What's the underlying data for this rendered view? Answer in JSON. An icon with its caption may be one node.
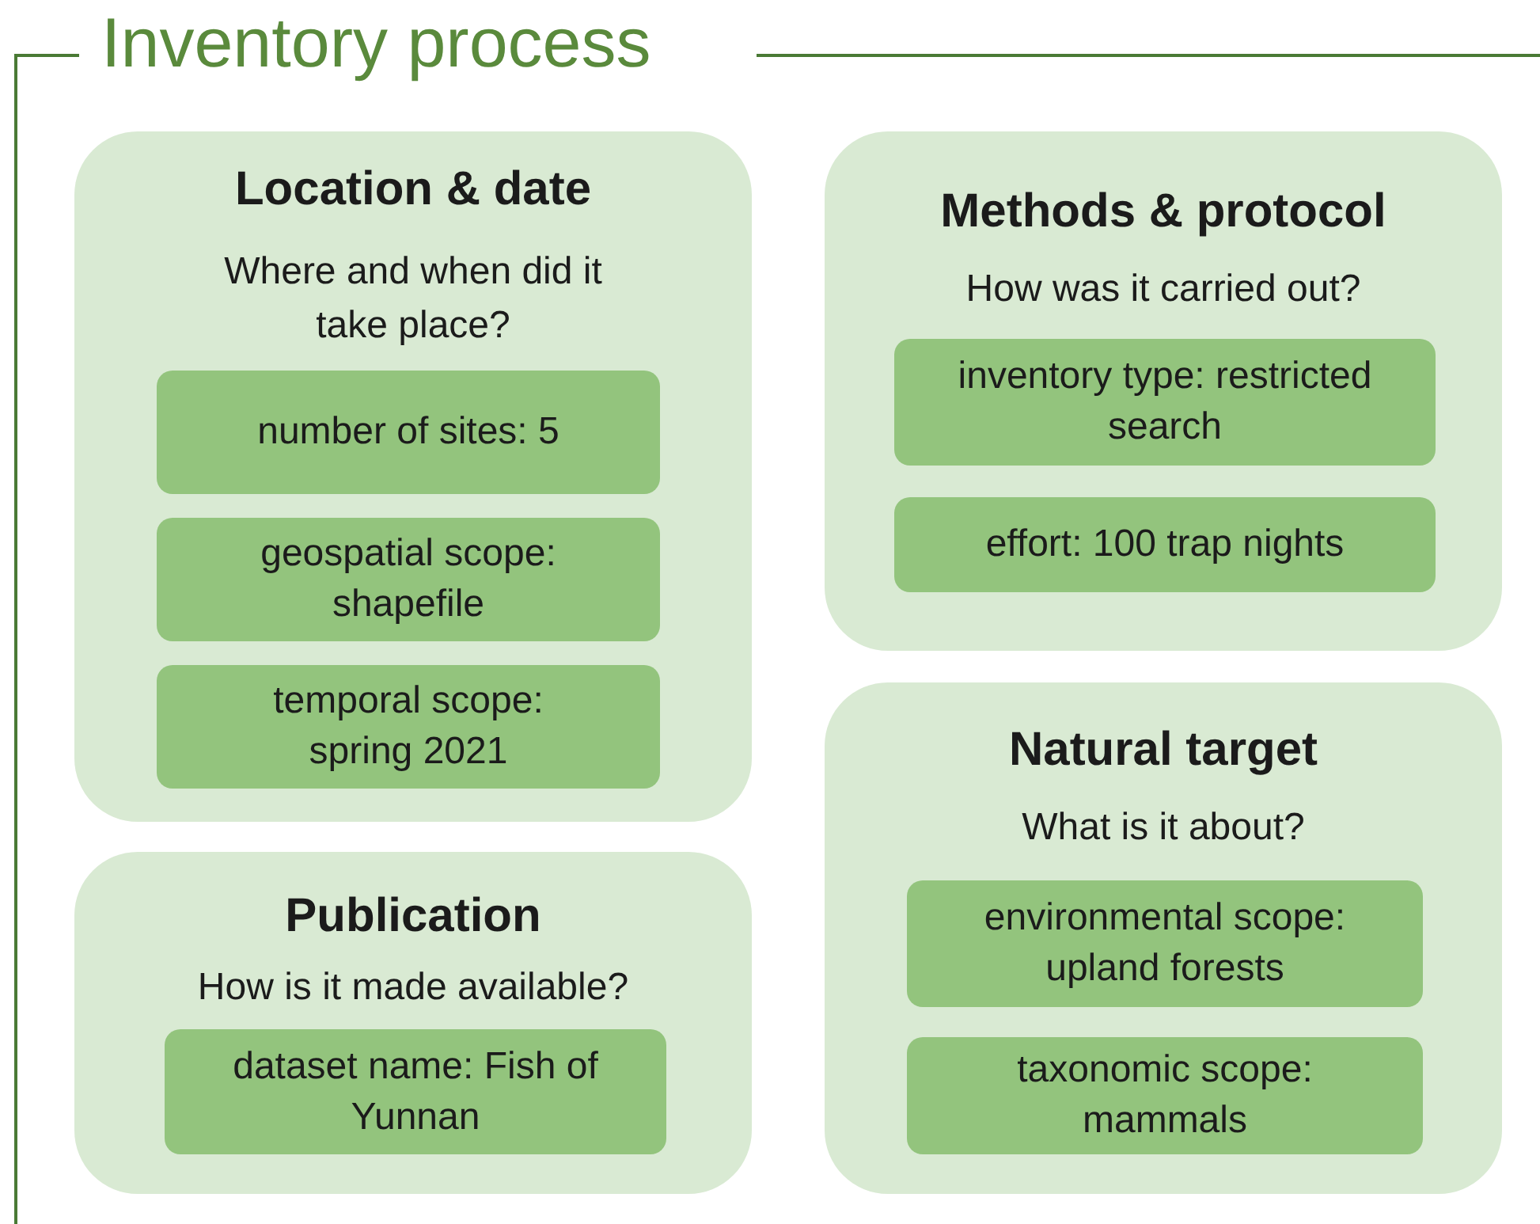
{
  "diagram": {
    "title": "Inventory process",
    "nodes": [
      {
        "text": [
          "Location & date",
          "Where and when did it take place?"
        ]
      },
      {
        "text": [
          "number of sites: 5"
        ],
        "in": 0
      },
      {
        "text": [
          "geospatial scope: shapefile"
        ],
        "in": 0
      },
      {
        "text": [
          "temporal scope: spring 2021"
        ],
        "in": 0
      },
      {
        "text": [
          "Methods & protocol",
          "How was it carried out?"
        ]
      },
      {
        "text": [
          "inventory type: restricted search"
        ],
        "in": 4
      },
      {
        "text": [
          "effort: 100 trap nights"
        ],
        "in": 4
      },
      {
        "text": [
          "Natural target",
          "What is it about?"
        ]
      },
      {
        "text": [
          "environmental scope: upland forests"
        ],
        "in": 7
      },
      {
        "text": [
          "taxonomic scope: mammals"
        ],
        "in": 7
      },
      {
        "text": [
          "Publication",
          "How is it made available?"
        ]
      },
      {
        "text": [
          "dataset name: Fish of Yunnan"
        ],
        "in": 10
      }
    ]
  }
}
